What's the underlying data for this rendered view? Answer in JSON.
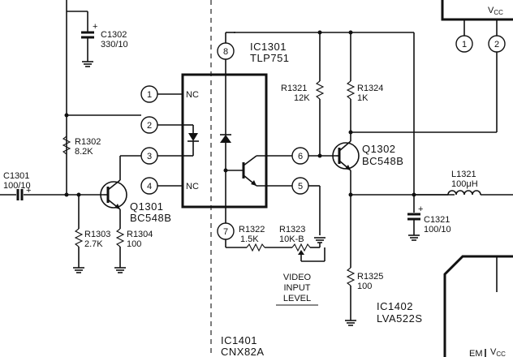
{
  "ic1301": {
    "ref": "IC1301",
    "part": "TLP751"
  },
  "q1302": {
    "ref": "Q1302",
    "part": "BC548B"
  },
  "q1301": {
    "ref": "Q1301",
    "part": "BC548B"
  },
  "c1302": {
    "ref": "C1302",
    "value": "330/10"
  },
  "c1301": {
    "ref": "C1301",
    "value": "100/10"
  },
  "c1321": {
    "ref": "C1321",
    "value": "100/10"
  },
  "r1302": {
    "ref": "R1302",
    "value": "8.2K"
  },
  "r1303": {
    "ref": "R1303",
    "value": "2.7K"
  },
  "r1304": {
    "ref": "R1304",
    "value": "100"
  },
  "r1321": {
    "ref": "R1321",
    "value": "12K"
  },
  "r1324": {
    "ref": "R1324",
    "value": "1K"
  },
  "r1322": {
    "ref": "R1322",
    "value": "1.5K"
  },
  "r1323": {
    "ref": "R1323",
    "value": "10K-B"
  },
  "r1325": {
    "ref": "R1325",
    "value": "100"
  },
  "l1321": {
    "ref": "L1321",
    "value": "100μH"
  },
  "video_label": [
    "VIDEO",
    "INPUT",
    "LEVEL"
  ],
  "ic1401": {
    "ref": "IC1401",
    "part": "CNX82A"
  },
  "ic1402": {
    "ref": "IC1402",
    "part": "LVA522S"
  },
  "nc_label": "NC",
  "vcc_top": {
    "v": "V",
    "sub": "CC"
  },
  "vcc_bottom": {
    "v": "V",
    "sub": "CC"
  },
  "em_label": "EM",
  "plus": "+",
  "pins_left": [
    "1",
    "2",
    "3",
    "4"
  ],
  "pins_right": [
    "8",
    "6",
    "5",
    "7"
  ],
  "pins_top_right": [
    "1",
    "2"
  ]
}
